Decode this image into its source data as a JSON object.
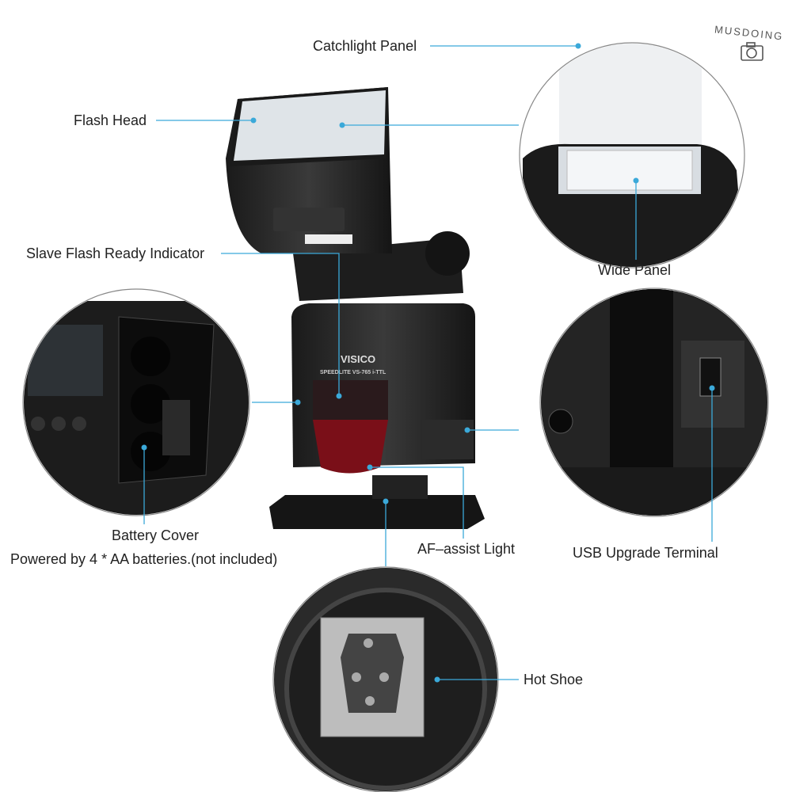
{
  "watermark": {
    "text": "MUSDOING",
    "icon": "camera-icon"
  },
  "product_markings": {
    "brand": "VISICO",
    "model": "SPEEDLITE VS-765 i-TTL"
  },
  "labels": {
    "catchlight_panel": "Catchlight Panel",
    "flash_head": "Flash Head",
    "wide_panel": "Wide Panel",
    "slave_indicator": "Slave Flash Ready Indicator",
    "battery_cover": "Battery Cover",
    "battery_note": "Powered by 4 * AA batteries.(not included)",
    "af_assist": "AF–assist Light",
    "usb_terminal": "USB Upgrade Terminal",
    "hot_shoe": "Hot Shoe"
  },
  "colors": {
    "callout_line": "#3ba9d9",
    "label_text": "#222222"
  }
}
